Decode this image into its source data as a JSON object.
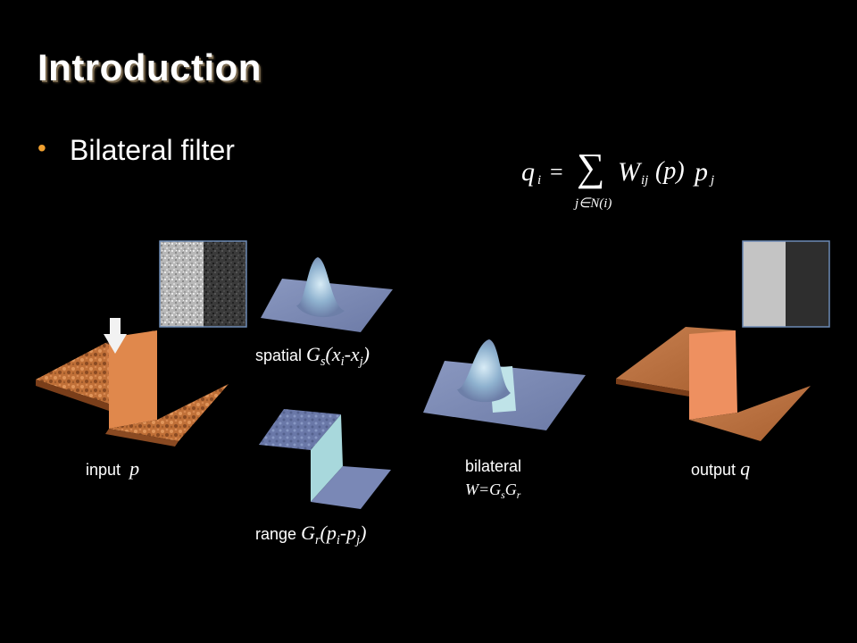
{
  "slide": {
    "title": "Introduction",
    "bullet": "Bilateral filter"
  },
  "formula": {
    "lhs": "q",
    "lhs_sub": "i",
    "equals": "=",
    "sum": "∑",
    "w": "W",
    "w_sub": "ij",
    "arg": "(p)",
    "p": "p",
    "p_sub": "j",
    "range": "j∈N(i)"
  },
  "labels": {
    "input": {
      "text": "input",
      "symbol": "p"
    },
    "spatial": {
      "text": "spatial",
      "symbol": "G",
      "sub": "s",
      "expr_open": "(x",
      "expr_i": "i",
      "expr_mid": "-x",
      "expr_j": "j",
      "expr_close": ")"
    },
    "range": {
      "text": "range",
      "symbol": "G",
      "sub": "r",
      "expr_open": "(p",
      "expr_i": "i",
      "expr_mid": "-p",
      "expr_j": "j",
      "expr_close": ")"
    },
    "bilateral": {
      "text": "bilateral",
      "eq_w": "W=G",
      "eq_s": "s",
      "eq_g": "G",
      "eq_r": "r"
    },
    "output": {
      "text": "output",
      "symbol": "q"
    }
  },
  "colors": {
    "background": "#000000",
    "bullet": "#f0a030",
    "surface_orange": "#c8703a",
    "surface_blue": "#7888b0",
    "frame": "#6c8ab5"
  }
}
